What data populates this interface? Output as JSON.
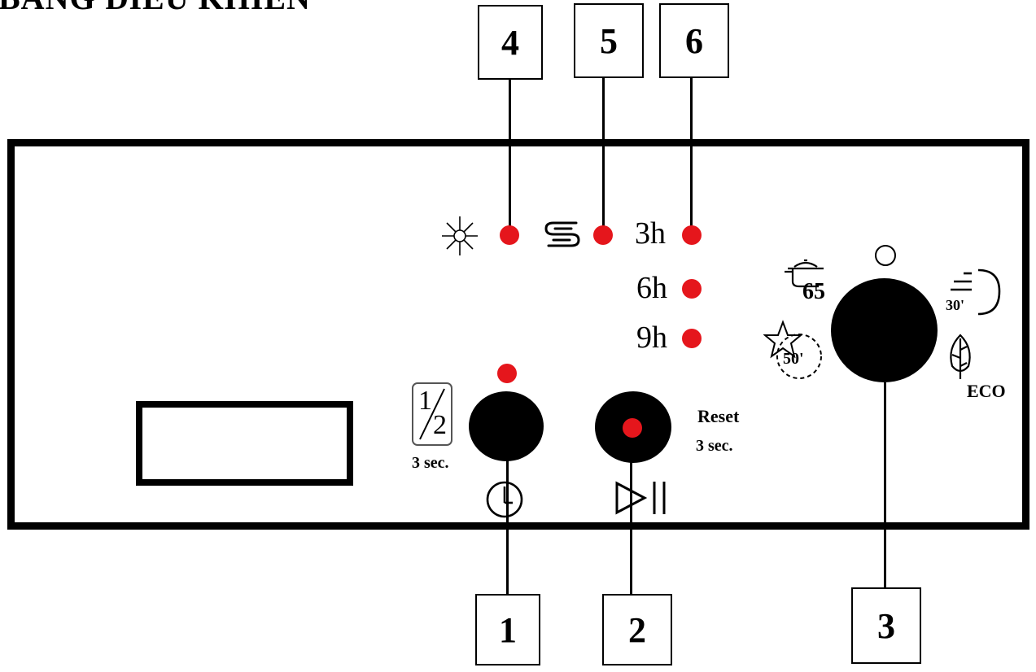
{
  "heading": "BẢNG ĐIỀU KHIỂN",
  "callouts": {
    "c1": "1",
    "c2": "2",
    "c3": "3",
    "c4": "4",
    "c5": "5",
    "c6": "6"
  },
  "timer_labels": {
    "t3": "3h",
    "t6": "6h",
    "t9": "9h"
  },
  "half_load": {
    "numerator": "1",
    "denominator": "2",
    "hold": "3 sec."
  },
  "reset": {
    "line1": "Reset",
    "line2": "3 sec."
  },
  "programs": {
    "intensive_temp": "65",
    "quick_time": "30'",
    "glass_time": "50'",
    "eco": "ECO"
  },
  "colors": {
    "led": "#e5161c",
    "ink": "#000000"
  },
  "icons": [
    "salt-icon",
    "rinse-aid-icon",
    "delay-clock-icon",
    "start-pause-icon",
    "off-position-icon",
    "pot-icon",
    "quick-wash-icon",
    "glass-icon",
    "eco-leaf-icon"
  ]
}
